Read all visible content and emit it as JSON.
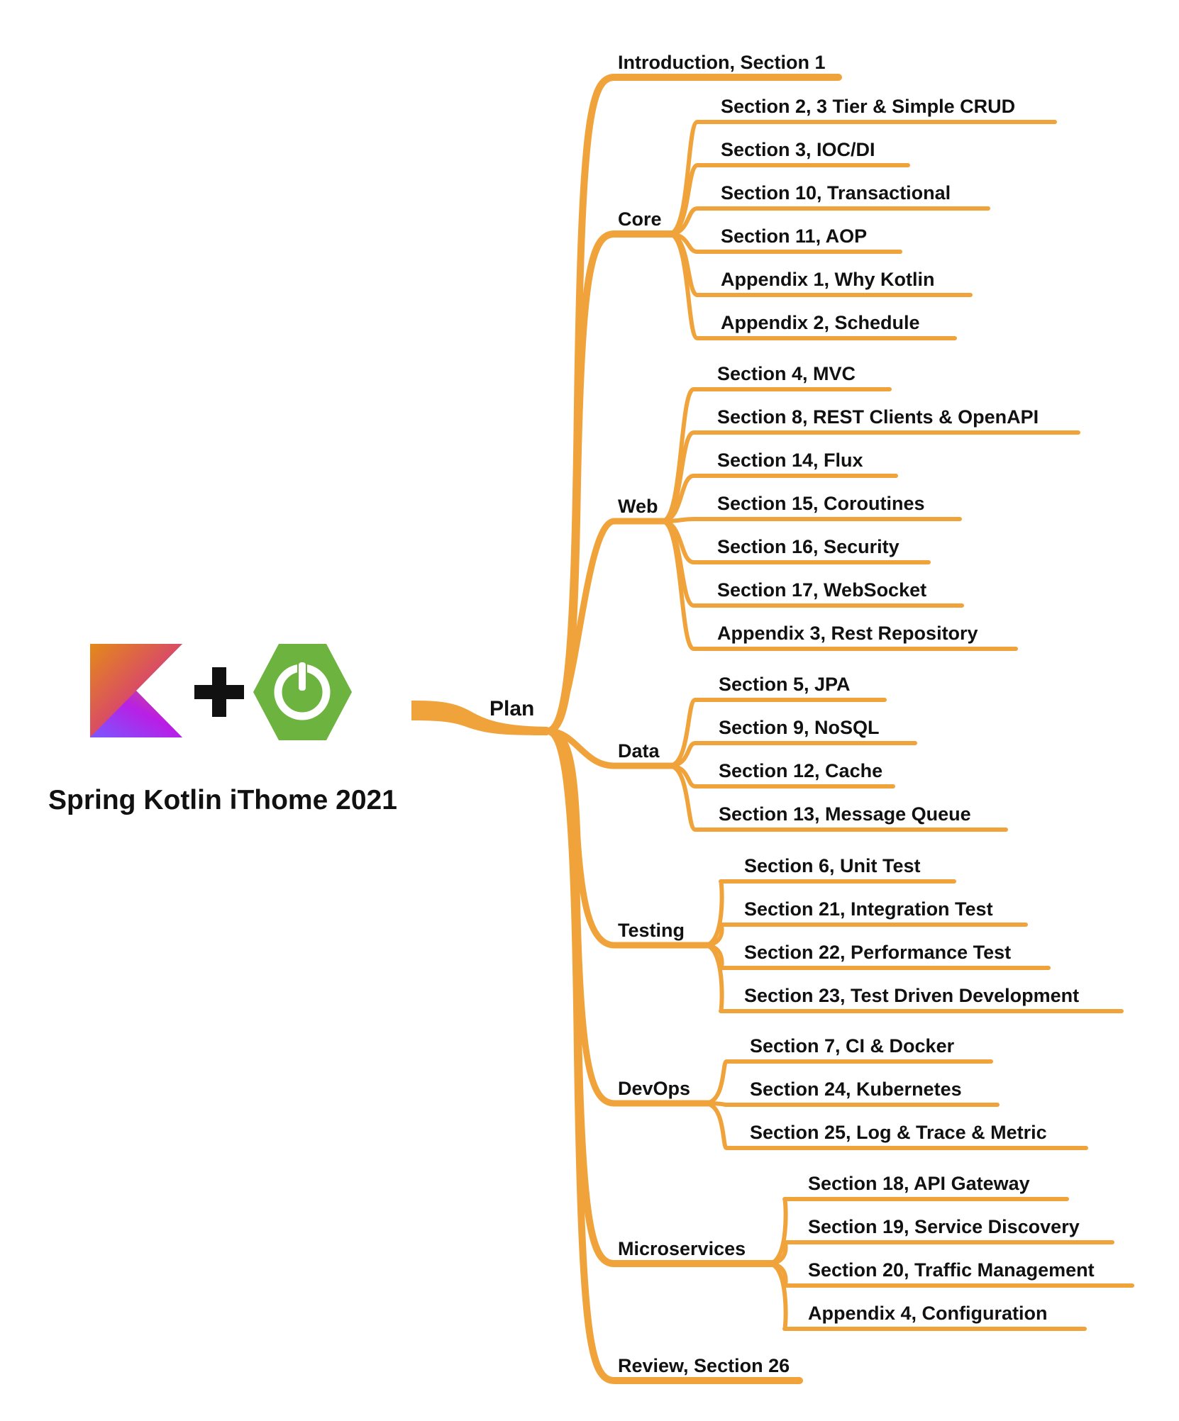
{
  "title": "Spring Kotlin iThome 2021",
  "colors": {
    "branch": "#F0A33A",
    "text": "#111111",
    "spring_green": "#6DB33F",
    "plus": "#111111"
  },
  "logos": {
    "left_icon": "kotlin-logo-icon",
    "middle_icon": "plus-icon",
    "right_icon": "spring-power-logo-icon"
  },
  "mindmap": {
    "root": "Plan",
    "groups": [
      {
        "label": "Introduction, Section 1",
        "children": []
      },
      {
        "label": "Core",
        "children": [
          "Section 2, 3 Tier & Simple CRUD",
          "Section 3, IOC/DI",
          "Section 10, Transactional",
          "Section 11, AOP",
          "Appendix 1, Why Kotlin",
          "Appendix 2, Schedule"
        ]
      },
      {
        "label": "Web",
        "children": [
          "Section 4, MVC",
          "Section 8, REST Clients & OpenAPI",
          "Section 14, Flux",
          "Section 15, Coroutines",
          "Section 16, Security",
          "Section 17, WebSocket",
          "Appendix 3, Rest Repository"
        ]
      },
      {
        "label": "Data",
        "children": [
          "Section 5, JPA",
          "Section 9, NoSQL",
          "Section 12, Cache",
          "Section 13, Message Queue"
        ]
      },
      {
        "label": "Testing",
        "children": [
          "Section 6, Unit Test",
          "Section 21, Integration Test",
          "Section 22, Performance Test",
          "Section 23, Test Driven Development"
        ]
      },
      {
        "label": "DevOps",
        "children": [
          "Section 7, CI & Docker",
          "Section 24, Kubernetes",
          "Section 25, Log & Trace & Metric"
        ]
      },
      {
        "label": "Microservices",
        "children": [
          "Section 18, API Gateway",
          "Section 19, Service Discovery",
          "Section 20, Traffic Management",
          "Appendix 4, Configuration"
        ]
      },
      {
        "label": "Review, Section 26",
        "children": []
      }
    ]
  }
}
